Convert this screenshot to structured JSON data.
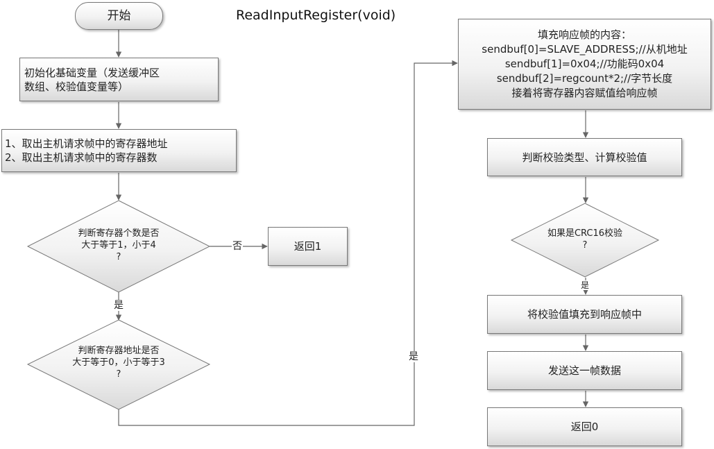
{
  "title": "ReadInputRegister(void)",
  "start": "开始",
  "init": [
    "初始化基础变量（发送缓冲区",
    "数组、校验值变量等）"
  ],
  "extract": [
    "1、取出主机请求帧中的寄存器地址",
    "2、取出主机请求帧中的寄存器数"
  ],
  "decision_count": [
    "判断寄存器个数是否",
    "大于等于1，小于4",
    "?"
  ],
  "return1": "返回1",
  "no_label": "否",
  "yes_label_1": "是",
  "decision_addr": [
    "判断寄存器地址是否",
    "大于等于0，小于等于3",
    "?"
  ],
  "yes_label_2": "是",
  "fill": [
    "填充响应帧的内容：",
    "sendbuf[0]=SLAVE_ADDRESS;//从机地址",
    "sendbuf[1]=0x04;//功能码0x04",
    "sendbuf[2]=regcount*2;//字节长度",
    "接着将寄存器内容赋值给响应帧"
  ],
  "check_type": "判断校验类型、计算校验值",
  "decision_crc": [
    "如果是CRC16校验",
    "?"
  ],
  "yes_label_3": "是",
  "fill_crc": "将校验值填充到响应帧中",
  "send": "发送这一帧数据",
  "return0": "返回0"
}
